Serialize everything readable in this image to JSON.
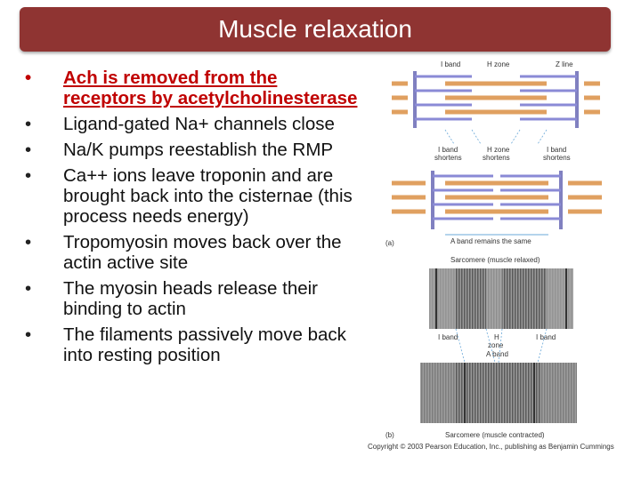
{
  "slide": {
    "title": "Muscle relaxation",
    "bullets": [
      "Ach is removed from the receptors by acetylcholinesterase",
      "Ligand-gated Na+ channels close",
      "Na/K pumps reestablish the RMP",
      "Ca++ ions leave troponin and are brought back into the cisternae (this process needs energy)",
      "Tropomyosin moves back over the actin active site",
      "The myosin heads release their binding to actin",
      "The filaments passively move back into resting position"
    ]
  },
  "figure": {
    "top_labels": {
      "i_band": "I band",
      "h_zone": "H zone",
      "z_line": "Z line"
    },
    "mid_labels": {
      "i_band_left_1": "I band",
      "i_band_left_2": "shortens",
      "h_zone_1": "H zone",
      "h_zone_2": "shortens",
      "i_band_right_1": "I band",
      "i_band_right_2": "shortens"
    },
    "a_band_text": "A band remains the same",
    "panel_a_label": "(a)",
    "sarcomere_relaxed": "Sarcomere (muscle relaxed)",
    "micro_labels": {
      "i_band_left": "I band",
      "h": "H",
      "zone": "zone",
      "i_band_right": "I band",
      "a_band": "A band"
    },
    "panel_b_label": "(b)",
    "sarcomere_contracted": "Sarcomere (muscle contracted)",
    "copyright": "Copyright © 2003 Pearson Education, Inc., publishing as Benjamin Cummings"
  }
}
